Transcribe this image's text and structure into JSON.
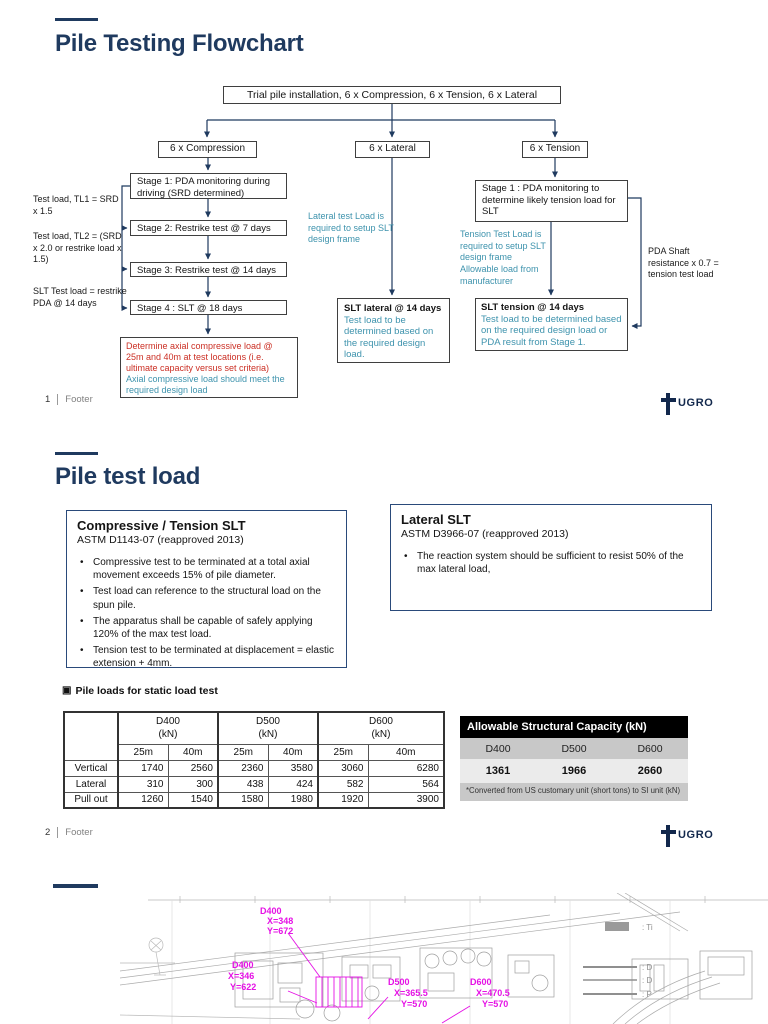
{
  "colors": {
    "navy": "#1F3A5F",
    "teal": "#3E93AD",
    "red": "#CB2F24",
    "magenta": "#E511E5",
    "brand_navy": "#12284C"
  },
  "icons": {
    "section_marker": "▣"
  },
  "brand": {
    "logo_name": "fugro",
    "logo_letters": "UGRO"
  },
  "footer": {
    "label": "Footer"
  },
  "slide1": {
    "page_num": "1",
    "title": "Pile Testing Flowchart",
    "flow": {
      "root": "Trial pile installation, 6 x Compression, 6 x Tension, 6 x Lateral",
      "branch_compression": "6 x Compression",
      "branch_lateral": "6 x Lateral",
      "branch_tension": "6 x Tension",
      "stage1": "Stage 1: PDA monitoring during driving (SRD determined)",
      "stage2": "Stage 2: Restrike test @ 7 days",
      "stage3": "Stage 3: Restrike test @ 14 days",
      "stage4": "Stage 4 : SLT @ 18 days",
      "note_tl1": "Test load, TL1 = SRD x 1.5",
      "note_tl2": "Test load, TL2 = (SRD x 2.0 or restrike load x 1.5)",
      "note_slt": "SLT Test load = restrike PDA @ 14 days",
      "determine_red": "Determine axial compressive load @ 25m and 40m at test locations (i.e. ultimate capacity versus set criteria)",
      "determine_teal": "Axial compressive load should meet the required design load",
      "lateral_note": "Lateral test Load is required to setup SLT design frame",
      "slt_lateral_title": "SLT lateral @ 14 days",
      "slt_lateral_body": "Test load to be determined based on the required design load.",
      "tension_stage1": "Stage 1 : PDA monitoring to determine likely tension load for SLT",
      "tension_note": "Tension Test Load is required to setup SLT design frame Allowable load from manufacturer",
      "pda_note": "PDA Shaft resistance x 0.7 = tension test load",
      "slt_tension_title": "SLT tension @ 14 days",
      "slt_tension_body": "Test load to be determined based on the required design load or PDA result from Stage 1."
    }
  },
  "slide2": {
    "page_num": "2",
    "title": "Pile test load",
    "box1": {
      "title": "Compressive / Tension SLT",
      "subtitle": "ASTM D1143-07 (reapproved 2013)",
      "bullets": [
        "Compressive test to be terminated at a total axial movement exceeds 15% of pile diameter.",
        "Test load can reference to the structural load on the spun pile.",
        "The apparatus shall be capable of safely applying 120% of the max test load.",
        "Tension test to be terminated at displacement = elastic extension + 4mm."
      ]
    },
    "box2": {
      "title": "Lateral SLT",
      "subtitle": "ASTM D3966-07 (reapproved 2013)",
      "bullets": [
        "The reaction system should be sufficient to resist 50% of the max lateral load,"
      ]
    },
    "table_caption": "Pile loads for static load test",
    "load_table": {
      "groups": [
        "D400",
        "D500",
        "D600"
      ],
      "unit": "(kN)",
      "depths": [
        "25m",
        "40m"
      ],
      "rows": [
        {
          "label": "Vertical",
          "values": [
            "1740",
            "2560",
            "2360",
            "3580",
            "3060",
            "6280"
          ]
        },
        {
          "label": "Lateral",
          "values": [
            "310",
            "300",
            "438",
            "424",
            "582",
            "564"
          ]
        },
        {
          "label": "Pull out",
          "values": [
            "1260",
            "1540",
            "1580",
            "1980",
            "1920",
            "3900"
          ]
        }
      ]
    },
    "capacity_table": {
      "title": "Allowable Structural Capacity (kN)",
      "columns": [
        "D400",
        "D500",
        "D600"
      ],
      "values": [
        "1361",
        "1966",
        "2660"
      ],
      "footnote": "*Converted from US customary unit (short tons) to SI unit (kN)"
    }
  },
  "slide3": {
    "map": {
      "pile_labels": [
        {
          "d": "D400",
          "x": "X=348",
          "y": "Y=672"
        },
        {
          "d": "D400",
          "x": "X=346",
          "y": "Y=622"
        },
        {
          "d": "D500",
          "x": "X=365.5",
          "y": "Y=570"
        },
        {
          "d": "D600",
          "x": "X=470.5",
          "y": "Y=570"
        }
      ],
      "legend": [
        ": Ti",
        ": D",
        ": D",
        ": P"
      ]
    }
  }
}
